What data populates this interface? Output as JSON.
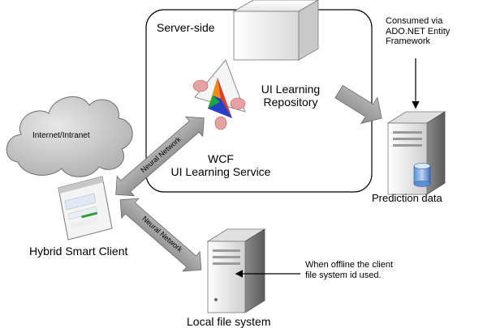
{
  "server_box": {
    "title": "Server-side"
  },
  "repository": {
    "line1": "UI Learning",
    "line2": "Repository"
  },
  "wcf": {
    "line1": "WCF",
    "line2": "UI Learning Service"
  },
  "prediction": {
    "label": "Prediction data"
  },
  "consumed": {
    "line1": "Consumed via",
    "line2": "ADO.NET Entity",
    "line3": "Framework"
  },
  "cloud": {
    "label": "Internet/Intranet"
  },
  "client": {
    "label": "Hybrid Smart Client"
  },
  "local_fs": {
    "label": "Local file system"
  },
  "offline_note": {
    "line1": "When offline the client",
    "line2": "file system id used."
  },
  "arrows": {
    "upper_label": "Neural Network",
    "lower_label": "Neural Network"
  },
  "colors": {
    "server_box_border": "#000000",
    "arrow_fill": "#a0a0a0",
    "server_grey": "#c8c8c8",
    "prism_red": "#e03a2a",
    "prism_green": "#1aa63a",
    "prism_blue": "#2340c8",
    "prism_yellow": "#f2d21a"
  }
}
